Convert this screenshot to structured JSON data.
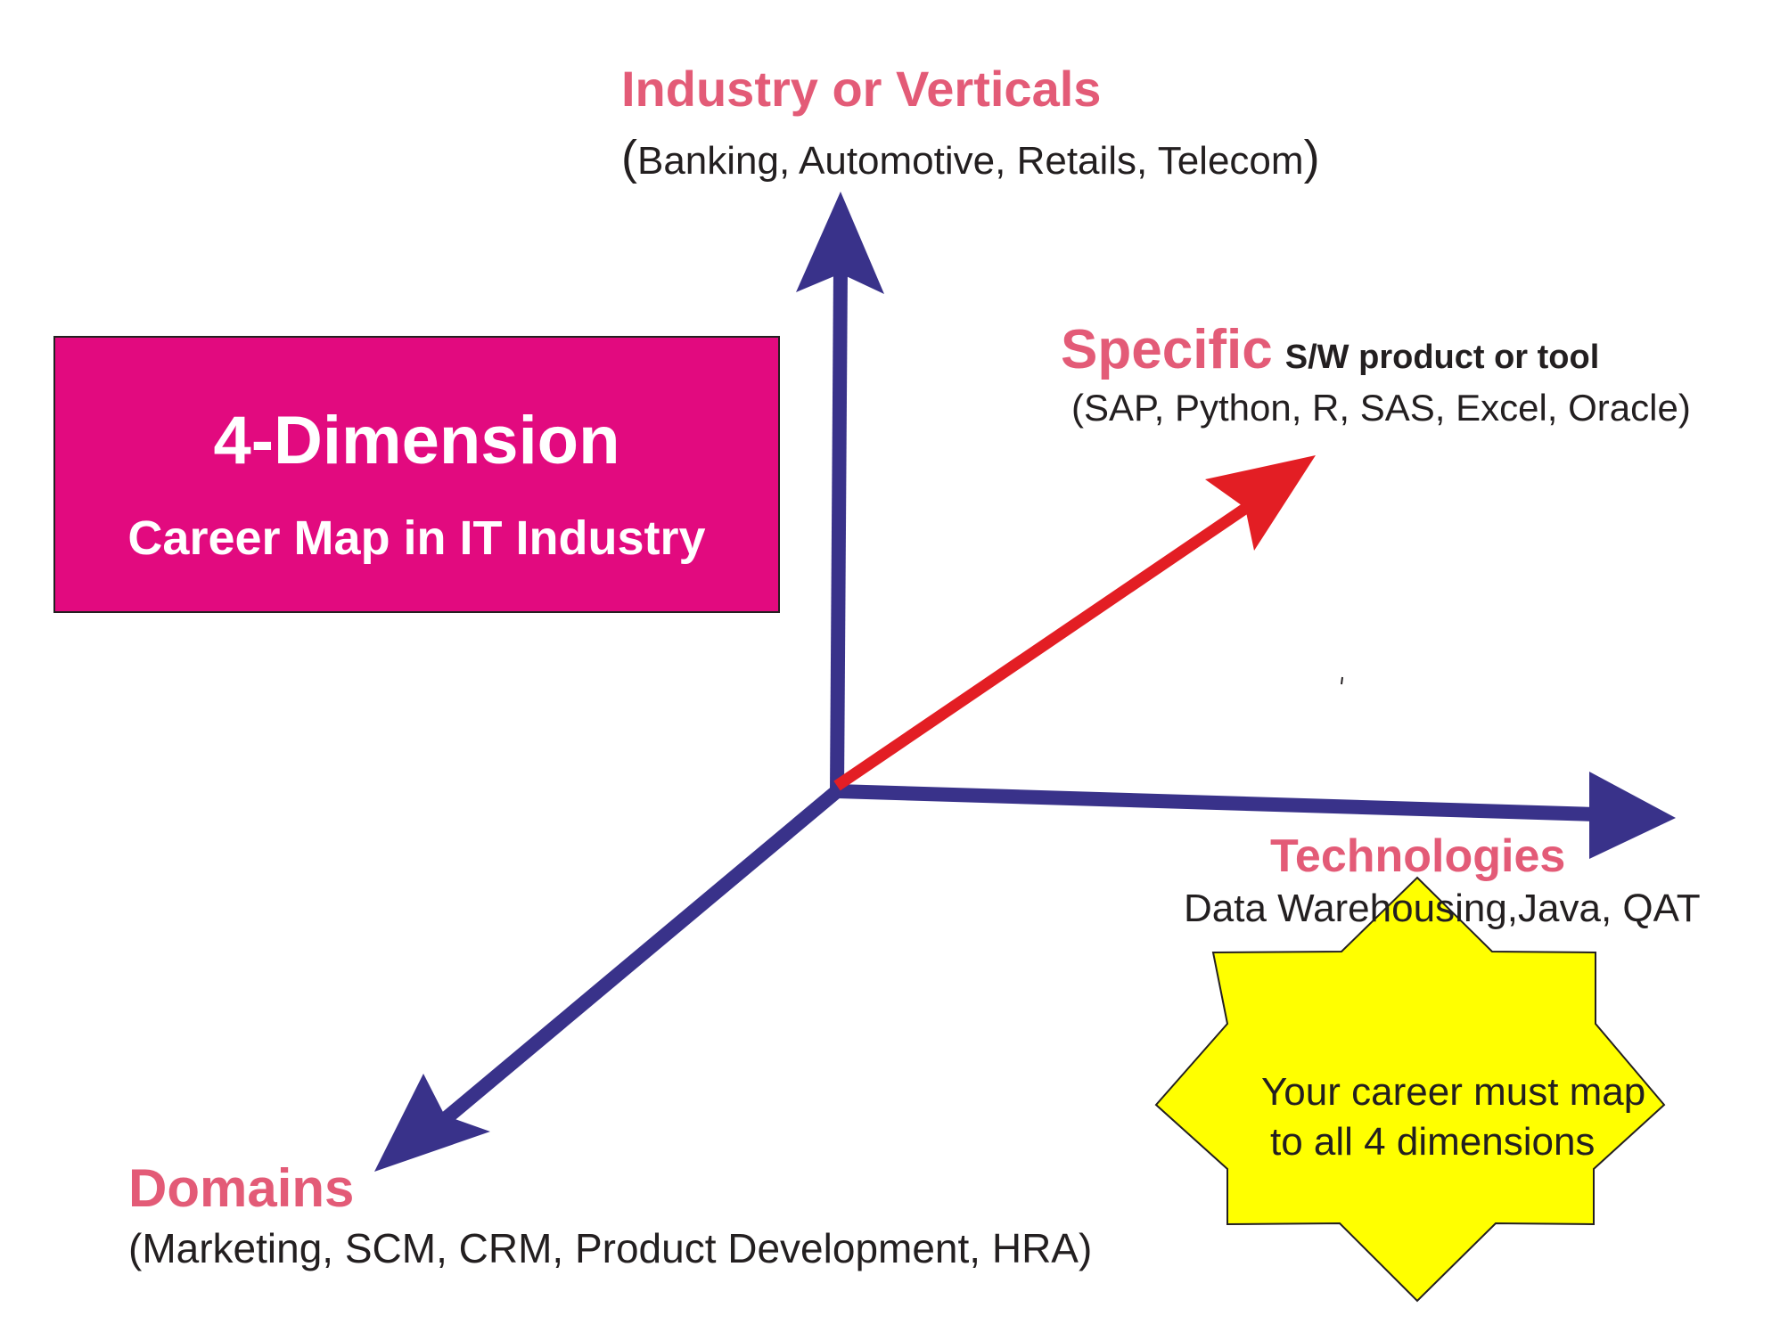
{
  "title": {
    "main": "4-Dimension",
    "sub": "Career Map in IT Industry"
  },
  "axes": {
    "industry": {
      "heading": "Industry or Verticals",
      "open_paren": "(",
      "detail": "Banking, Automotive, Retails, Telecom",
      "close_paren": ")"
    },
    "specific": {
      "heading": "Specific",
      "suffix": "S/W product or tool",
      "detail": "(SAP, Python, R, SAS, Excel, Oracle)"
    },
    "technologies": {
      "heading": "Technologies",
      "detail": "Data Warehousing,Java, QAT"
    },
    "domains": {
      "heading": "Domains",
      "detail": "(Marketing, SCM, CRM, Product Development, HRA)"
    }
  },
  "note": {
    "line1": "Your career must map",
    "line2": "to all 4 dimensions"
  },
  "colors": {
    "axis_blue": "#39328a",
    "specific_red": "#e31e24",
    "heading_pink": "#e35b77",
    "title_magenta": "#e20a7f",
    "star_yellow": "#ffff00",
    "text_dark": "#231f20"
  },
  "icons": {
    "industry_arrow": "arrow-up-icon",
    "specific_arrow": "arrow-diagonal-icon",
    "technologies_arrow": "arrow-right-icon",
    "domains_arrow": "arrow-down-left-icon",
    "note_shape": "star-burst-icon"
  }
}
